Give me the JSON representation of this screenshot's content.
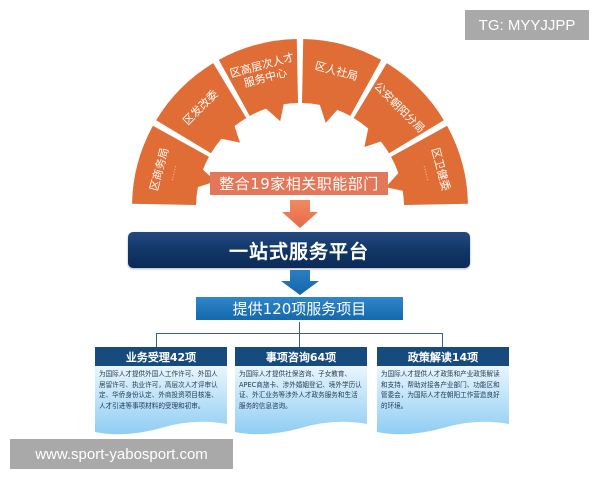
{
  "diagram": {
    "arc_segments": [
      {
        "label": "区商务局",
        "extra": "……"
      },
      {
        "label": "区发改委",
        "extra": ""
      },
      {
        "label": "区高层次人才服务中心",
        "extra": ""
      },
      {
        "label": "区人社局",
        "extra": ""
      },
      {
        "label": "公安朝阳分局",
        "extra": ""
      },
      {
        "label": "区卫健委",
        "extra": "……"
      }
    ],
    "merge_label": "整合19家相关职能部门",
    "platform_label": "一站式服务平台",
    "services_label": "提供120项服务项目",
    "cards": [
      {
        "title": "业务受理42项",
        "body": "为国际人才提供外国人工作许可、外国人居留许可、执业许可，高层次人才评审认定、华侨身份认定、外商投资项目核准、人才引进等事项材料的受理和初审。"
      },
      {
        "title": "事项咨询64项",
        "body": "为国际人才提供社保咨询、子女教育、APEC商旅卡、涉外婚姻登记、境外学历认证、外汇业务等涉外人才政务服务和生活服务的信息咨询。"
      },
      {
        "title": "政策解读14项",
        "body": "为国际人才提供人才政策和产业政策解读和支持，帮助对接各产业部门、功能区和管委会，为国际人才在朝阳工作营造良好的环境。"
      }
    ],
    "colors": {
      "arc_orange": "#e06d35",
      "merge_box": "#e3775a",
      "platform_navy": "#123768",
      "services_blue": "#1e77bb",
      "card_header": "#174b7e",
      "card_body_light": "#d6eefb"
    }
  },
  "watermarks": {
    "top_right": "TG: MYYJJPP",
    "bottom_left": "www.sport-yabosport.com"
  }
}
